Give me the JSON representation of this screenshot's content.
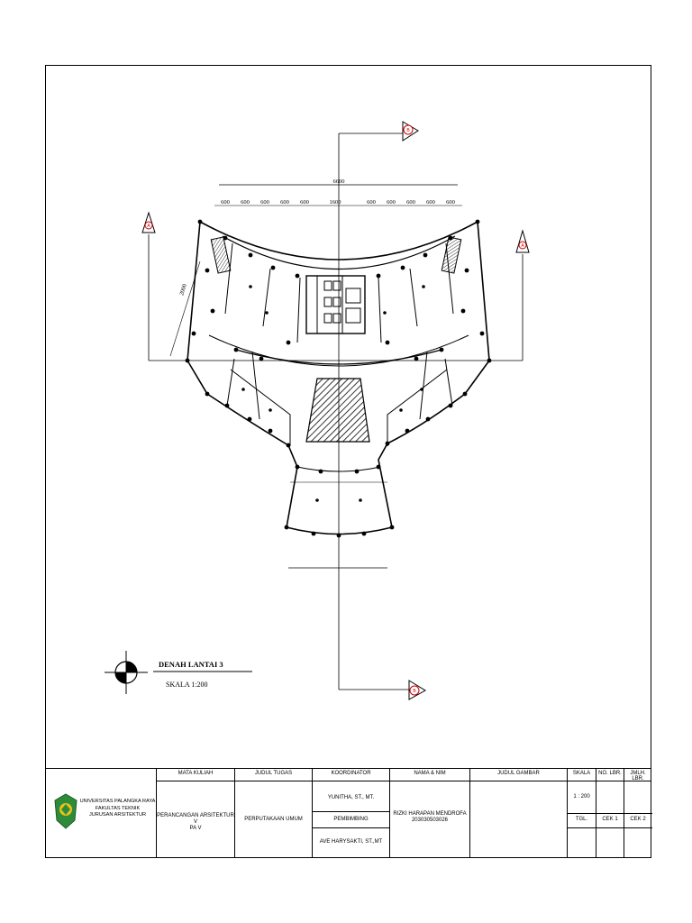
{
  "drawing": {
    "title": "DENAH LANTAI 3",
    "scale_note": "SKALA 1:200",
    "dimensions": {
      "overall": "6600",
      "segments_left": [
        "600",
        "600",
        "600",
        "600",
        "600"
      ],
      "center": "1600",
      "segments_right": [
        "600",
        "600",
        "600",
        "600",
        "600"
      ],
      "side": "2000"
    },
    "section_markers": [
      "B",
      "A",
      "A",
      "B"
    ]
  },
  "title_block": {
    "institution": [
      "UNIVERSITAS PALANGKA RAYA",
      "FAKULTAS TEKNIK",
      "JURUSAN ARSITEKTUR"
    ],
    "headers": {
      "course": "MATA KULIAH",
      "assignment": "JUDUL TUGAS",
      "coordinator": "KOORDINATOR",
      "student": "NAMA & NIM",
      "drawing_title": "JUDUL GAMBAR",
      "scale": "SKALA",
      "sheet_no": "NO. LBR.",
      "sheet_count": "JMLH. LBR."
    },
    "course_value": [
      "PERANCANGAN ARSITEKTUR V",
      "PA V"
    ],
    "assignment_value": "PERPUTAKAAN UMUM",
    "coordinator_value": "YUNITHA, ST., MT.",
    "advisor_label": "PEMBIMBING",
    "advisor_value": "AVE HARYSAKTI, ST.,MT",
    "student_name": "RIZKI HARAPAN MENDROFA",
    "student_id": "203030503026",
    "scale_value": "1 : 200",
    "date_label": "TGL.",
    "check1": "CEK 1",
    "check2": "CEK 2"
  },
  "colors": {
    "line": "#000000",
    "marker_fill": "#ffffff",
    "marker_text": "#cc0000",
    "logo_green": "#2e8b3a",
    "logo_yellow": "#e8c21a"
  }
}
